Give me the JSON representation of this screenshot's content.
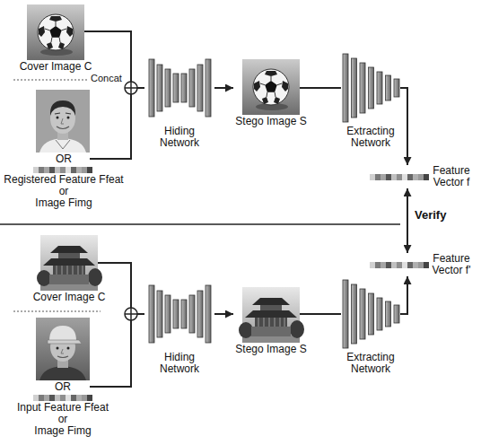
{
  "diagram": {
    "nodes": [
      {
        "text": [
          "Cover Image C"
        ]
      },
      {
        "text": [
          "OR",
          "Registered Feature Ffeat",
          "or",
          "Image Fimg"
        ]
      },
      {
        "text": [
          "Hiding Network"
        ]
      },
      {
        "text": [
          "Stego Image S"
        ]
      },
      {
        "text": [
          "Extracting Network"
        ]
      },
      {
        "text": [
          "Feature Vector f"
        ]
      },
      {
        "text": [
          "Feature Vector f'"
        ]
      },
      {
        "text": [
          "Cover Image C"
        ]
      },
      {
        "text": [
          "OR",
          "Input Feature Ffeat",
          "or",
          "Image Fimg"
        ]
      },
      {
        "text": [
          "Hiding Network"
        ]
      },
      {
        "text": [
          "Stego Image S"
        ]
      },
      {
        "text": [
          "Extracting Network"
        ]
      }
    ],
    "edges": [
      {
        "from": 0,
        "to": 2,
        "arrow": "none"
      },
      {
        "from": 1,
        "to": 2,
        "arrow": "none"
      },
      {
        "from": 2,
        "to": 3,
        "arrow": "to"
      },
      {
        "from": 3,
        "to": 4,
        "arrow": "none"
      },
      {
        "from": 4,
        "to": 5,
        "arrow": "to"
      },
      {
        "from": 5,
        "to": 6,
        "label": "Verify",
        "arrow": "both"
      },
      {
        "from": 7,
        "to": 9,
        "arrow": "none"
      },
      {
        "from": 8,
        "to": 9,
        "arrow": "none"
      },
      {
        "from": 9,
        "to": 10,
        "arrow": "to"
      },
      {
        "from": 10,
        "to": 11,
        "arrow": "none"
      },
      {
        "from": 11,
        "to": 6,
        "arrow": "to"
      }
    ],
    "labels": [
      "Concat"
    ]
  }
}
